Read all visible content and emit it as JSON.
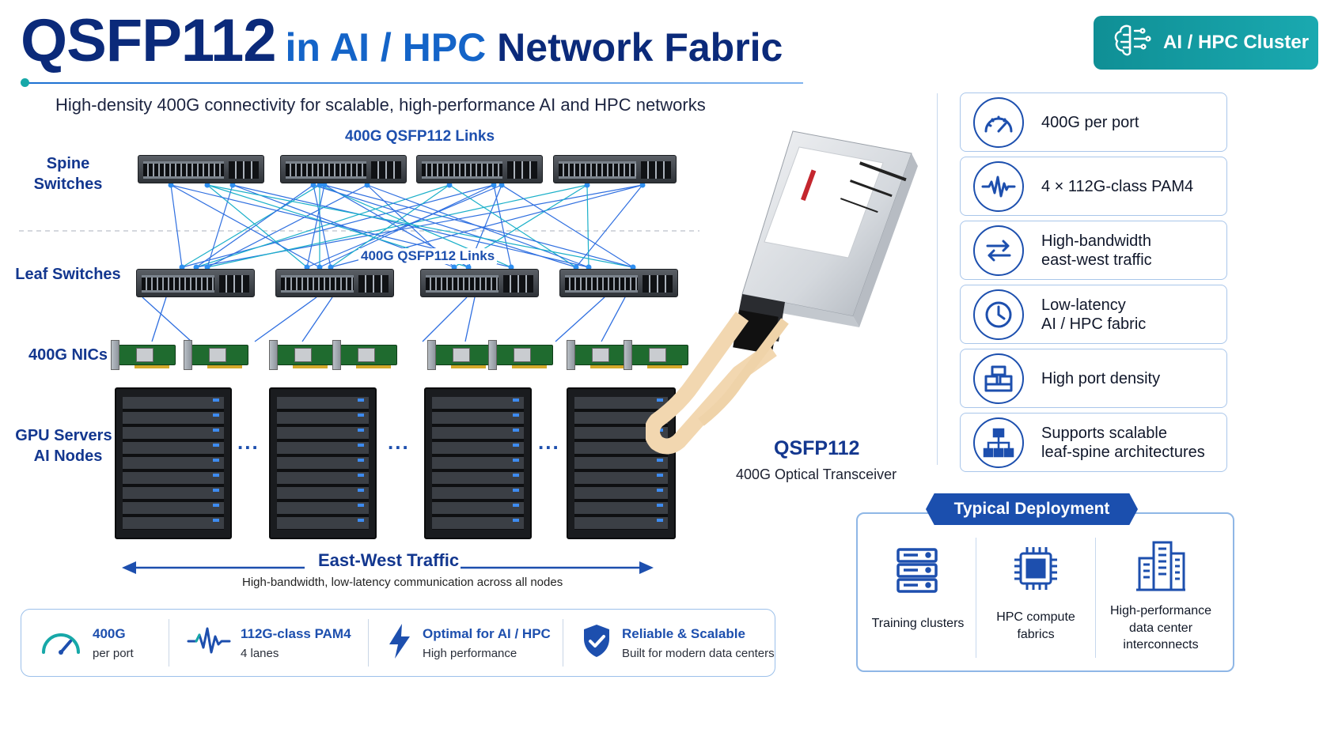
{
  "header": {
    "title_main": "QSFP112",
    "title_rest_prefix": "in AI / HPC",
    "title_rest_suffix": "Network Fabric",
    "subtitle": "High-density 400G connectivity for scalable, high-performance AI and HPC networks",
    "badge": "AI / HPC Cluster"
  },
  "diagram": {
    "tiers": {
      "spine": "Spine Switches",
      "leaf": "Leaf Switches",
      "nics": "400G NICs",
      "gpu_line1": "GPU Servers /",
      "gpu_line2": "AI Nodes"
    },
    "link_label_top": "400G QSFP112 Links",
    "link_label_mid": "400G QSFP112 Links",
    "ellipsis": "...",
    "east_west_title": "East-West Traffic",
    "east_west_sub": "High-bandwidth, low-latency communication across all nodes"
  },
  "transceiver": {
    "name": "QSFP112",
    "description": "400G Optical Transceiver"
  },
  "features": [
    {
      "icon": "gauge-icon",
      "label": "400G per port"
    },
    {
      "icon": "waveform-icon",
      "label": "4 × 112G-class PAM4"
    },
    {
      "icon": "bidirectional-arrows-icon",
      "label": "High-bandwidth\neast-west traffic"
    },
    {
      "icon": "clock-icon",
      "label": "Low-latency\nAI / HPC fabric"
    },
    {
      "icon": "stacked-boxes-icon",
      "label": "High port density"
    },
    {
      "icon": "hierarchy-icon",
      "label": "Supports scalable\nleaf-spine architectures"
    }
  ],
  "bottom_strip": [
    {
      "icon": "gauge-icon",
      "title": "400G",
      "sub": "per port"
    },
    {
      "icon": "waveform-icon",
      "title": "112G-class PAM4",
      "sub": "4 lanes"
    },
    {
      "icon": "lightning-icon",
      "title": "Optimal for AI / HPC",
      "sub": "High performance"
    },
    {
      "icon": "shield-check-icon",
      "title": "Reliable & Scalable",
      "sub": "Built for modern data centers"
    }
  ],
  "deployment": {
    "title": "Typical Deployment",
    "items": [
      {
        "icon": "server-stack-icon",
        "label": "Training clusters"
      },
      {
        "icon": "cpu-chip-icon",
        "label": "HPC compute\nfabrics"
      },
      {
        "icon": "building-icon",
        "label": "High-performance\ndata center\ninterconnects"
      }
    ]
  },
  "colors": {
    "navy": "#0b2a7a",
    "blue": "#1d4fae",
    "teal": "#17a8a8",
    "link_blue": "#2f6fe0",
    "link_teal": "#1bb0c9"
  }
}
